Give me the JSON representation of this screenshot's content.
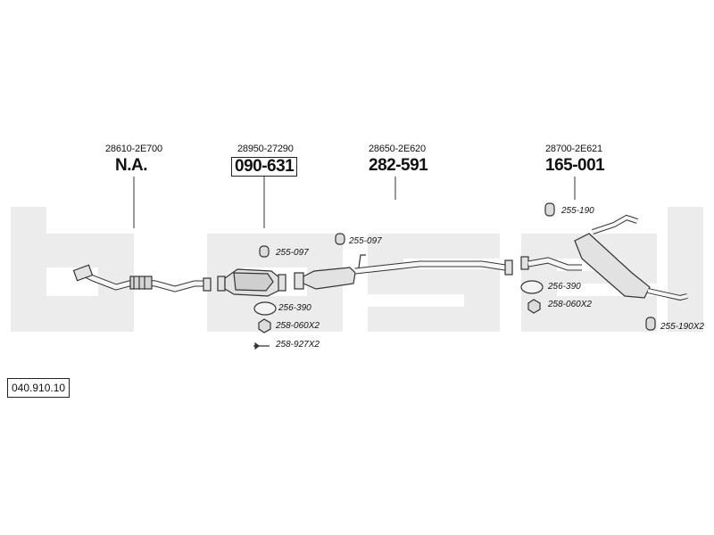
{
  "diagram": {
    "number": "040.910.10",
    "parts": [
      {
        "oem": "28610-2E700",
        "number": "N.A.",
        "boxed": false
      },
      {
        "oem": "28950-27290",
        "number": "090-631",
        "boxed": true
      },
      {
        "oem": "28650-2E620",
        "number": "282-591",
        "boxed": false
      },
      {
        "oem": "28700-2E621",
        "number": "165-001",
        "boxed": false
      }
    ],
    "accessories": [
      {
        "code": "255-097"
      },
      {
        "code": "256-390"
      },
      {
        "code": "258-060X2"
      },
      {
        "code": "258-927X2"
      },
      {
        "code": "255-097"
      },
      {
        "code": "255-190"
      },
      {
        "code": "256-390"
      },
      {
        "code": "258-060X2"
      },
      {
        "code": "255-190X2"
      }
    ]
  },
  "colors": {
    "watermark": "#ececec",
    "line": "#333333",
    "part_fill": "#e2e2e2"
  }
}
